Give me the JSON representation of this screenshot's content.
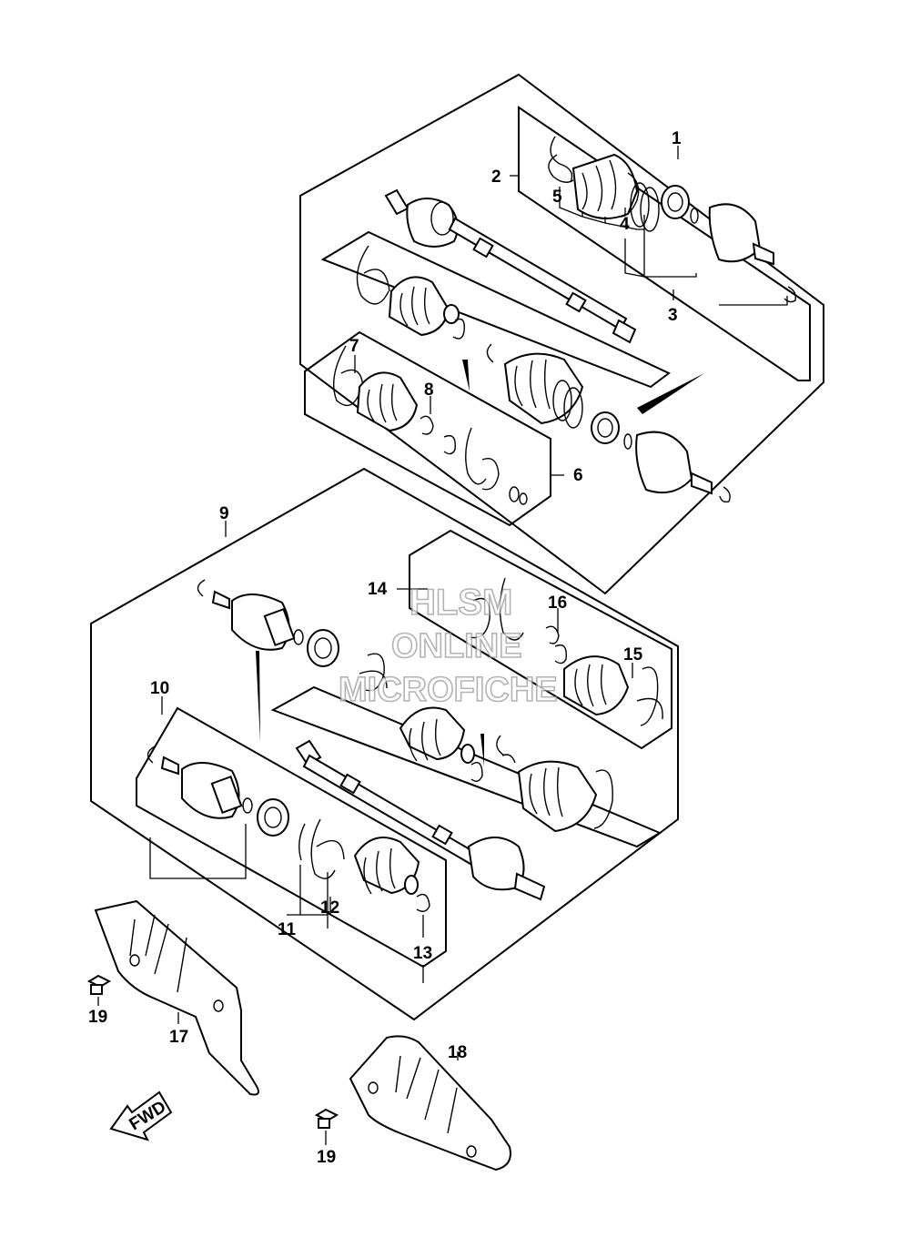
{
  "diagram": {
    "callouts": {
      "c1": "1",
      "c2": "2",
      "c3": "3",
      "c4": "4",
      "c5": "5",
      "c6": "6",
      "c7": "7",
      "c8": "8",
      "c9": "9",
      "c10": "10",
      "c11": "11",
      "c12": "12",
      "c13": "13",
      "c14": "14",
      "c15": "15",
      "c16": "16",
      "c17": "17",
      "c18": "18",
      "c19a": "19",
      "c19b": "19"
    },
    "fwd_label": "FWD",
    "watermark": {
      "line1": "HLSM",
      "line2": "ONLINE",
      "line3": "MICROFICHE"
    }
  }
}
